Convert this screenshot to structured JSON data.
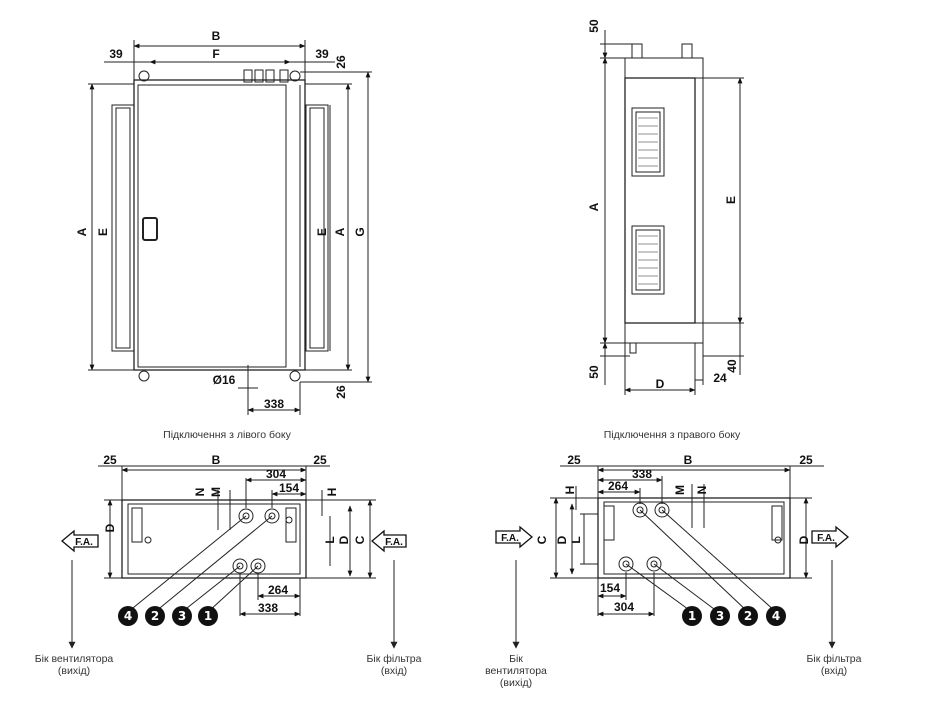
{
  "left_top_view": {
    "dims": {
      "B": "B",
      "F": "F",
      "left_offset": "39",
      "right_offset": "39",
      "top_offset": "26",
      "A_left": "A",
      "E_left": "E",
      "E_right": "E",
      "A_right": "A",
      "G": "G",
      "pipe": "Ø16",
      "bottom_width": "338",
      "bottom_offset": "26"
    },
    "caption": "Підключення з лівого боку"
  },
  "right_side_view": {
    "dims": {
      "top": "50",
      "A": "A",
      "E": "E",
      "bottom": "50",
      "D": "D",
      "d24": "24",
      "d40": "40"
    },
    "caption": "Підключення з правого боку"
  },
  "left_plan_view": {
    "dims": {
      "left_offset": "25",
      "B": "B",
      "right_offset": "25",
      "d304": "304",
      "d154": "154",
      "N": "N",
      "M": "M",
      "H": "H",
      "D_left": "D",
      "L": "L",
      "D_right": "D",
      "C": "C",
      "d264": "264",
      "d338": "338"
    },
    "fa_left": "F.A.",
    "fa_right": "F.A.",
    "connections": [
      "4",
      "2",
      "3",
      "1"
    ],
    "fan_side": "Бік вентилятора\n(вихід)",
    "filter_side": "Бік фільтра\n(вхід)"
  },
  "right_plan_view": {
    "dims": {
      "left_offset": "25",
      "B": "B",
      "right_offset": "25",
      "d338": "338",
      "d264": "264",
      "H": "H",
      "M": "M",
      "N": "N",
      "C": "C",
      "D_left": "D",
      "L": "L",
      "D_right": "D",
      "d154": "154",
      "d304": "304"
    },
    "fa_left": "F.A.",
    "fa_right": "F.A.",
    "connections": [
      "1",
      "3",
      "2",
      "4"
    ],
    "fan_side": "Бік\nвентилятора\n(вихід)",
    "filter_side": "Бік фільтра\n(вхід)"
  }
}
